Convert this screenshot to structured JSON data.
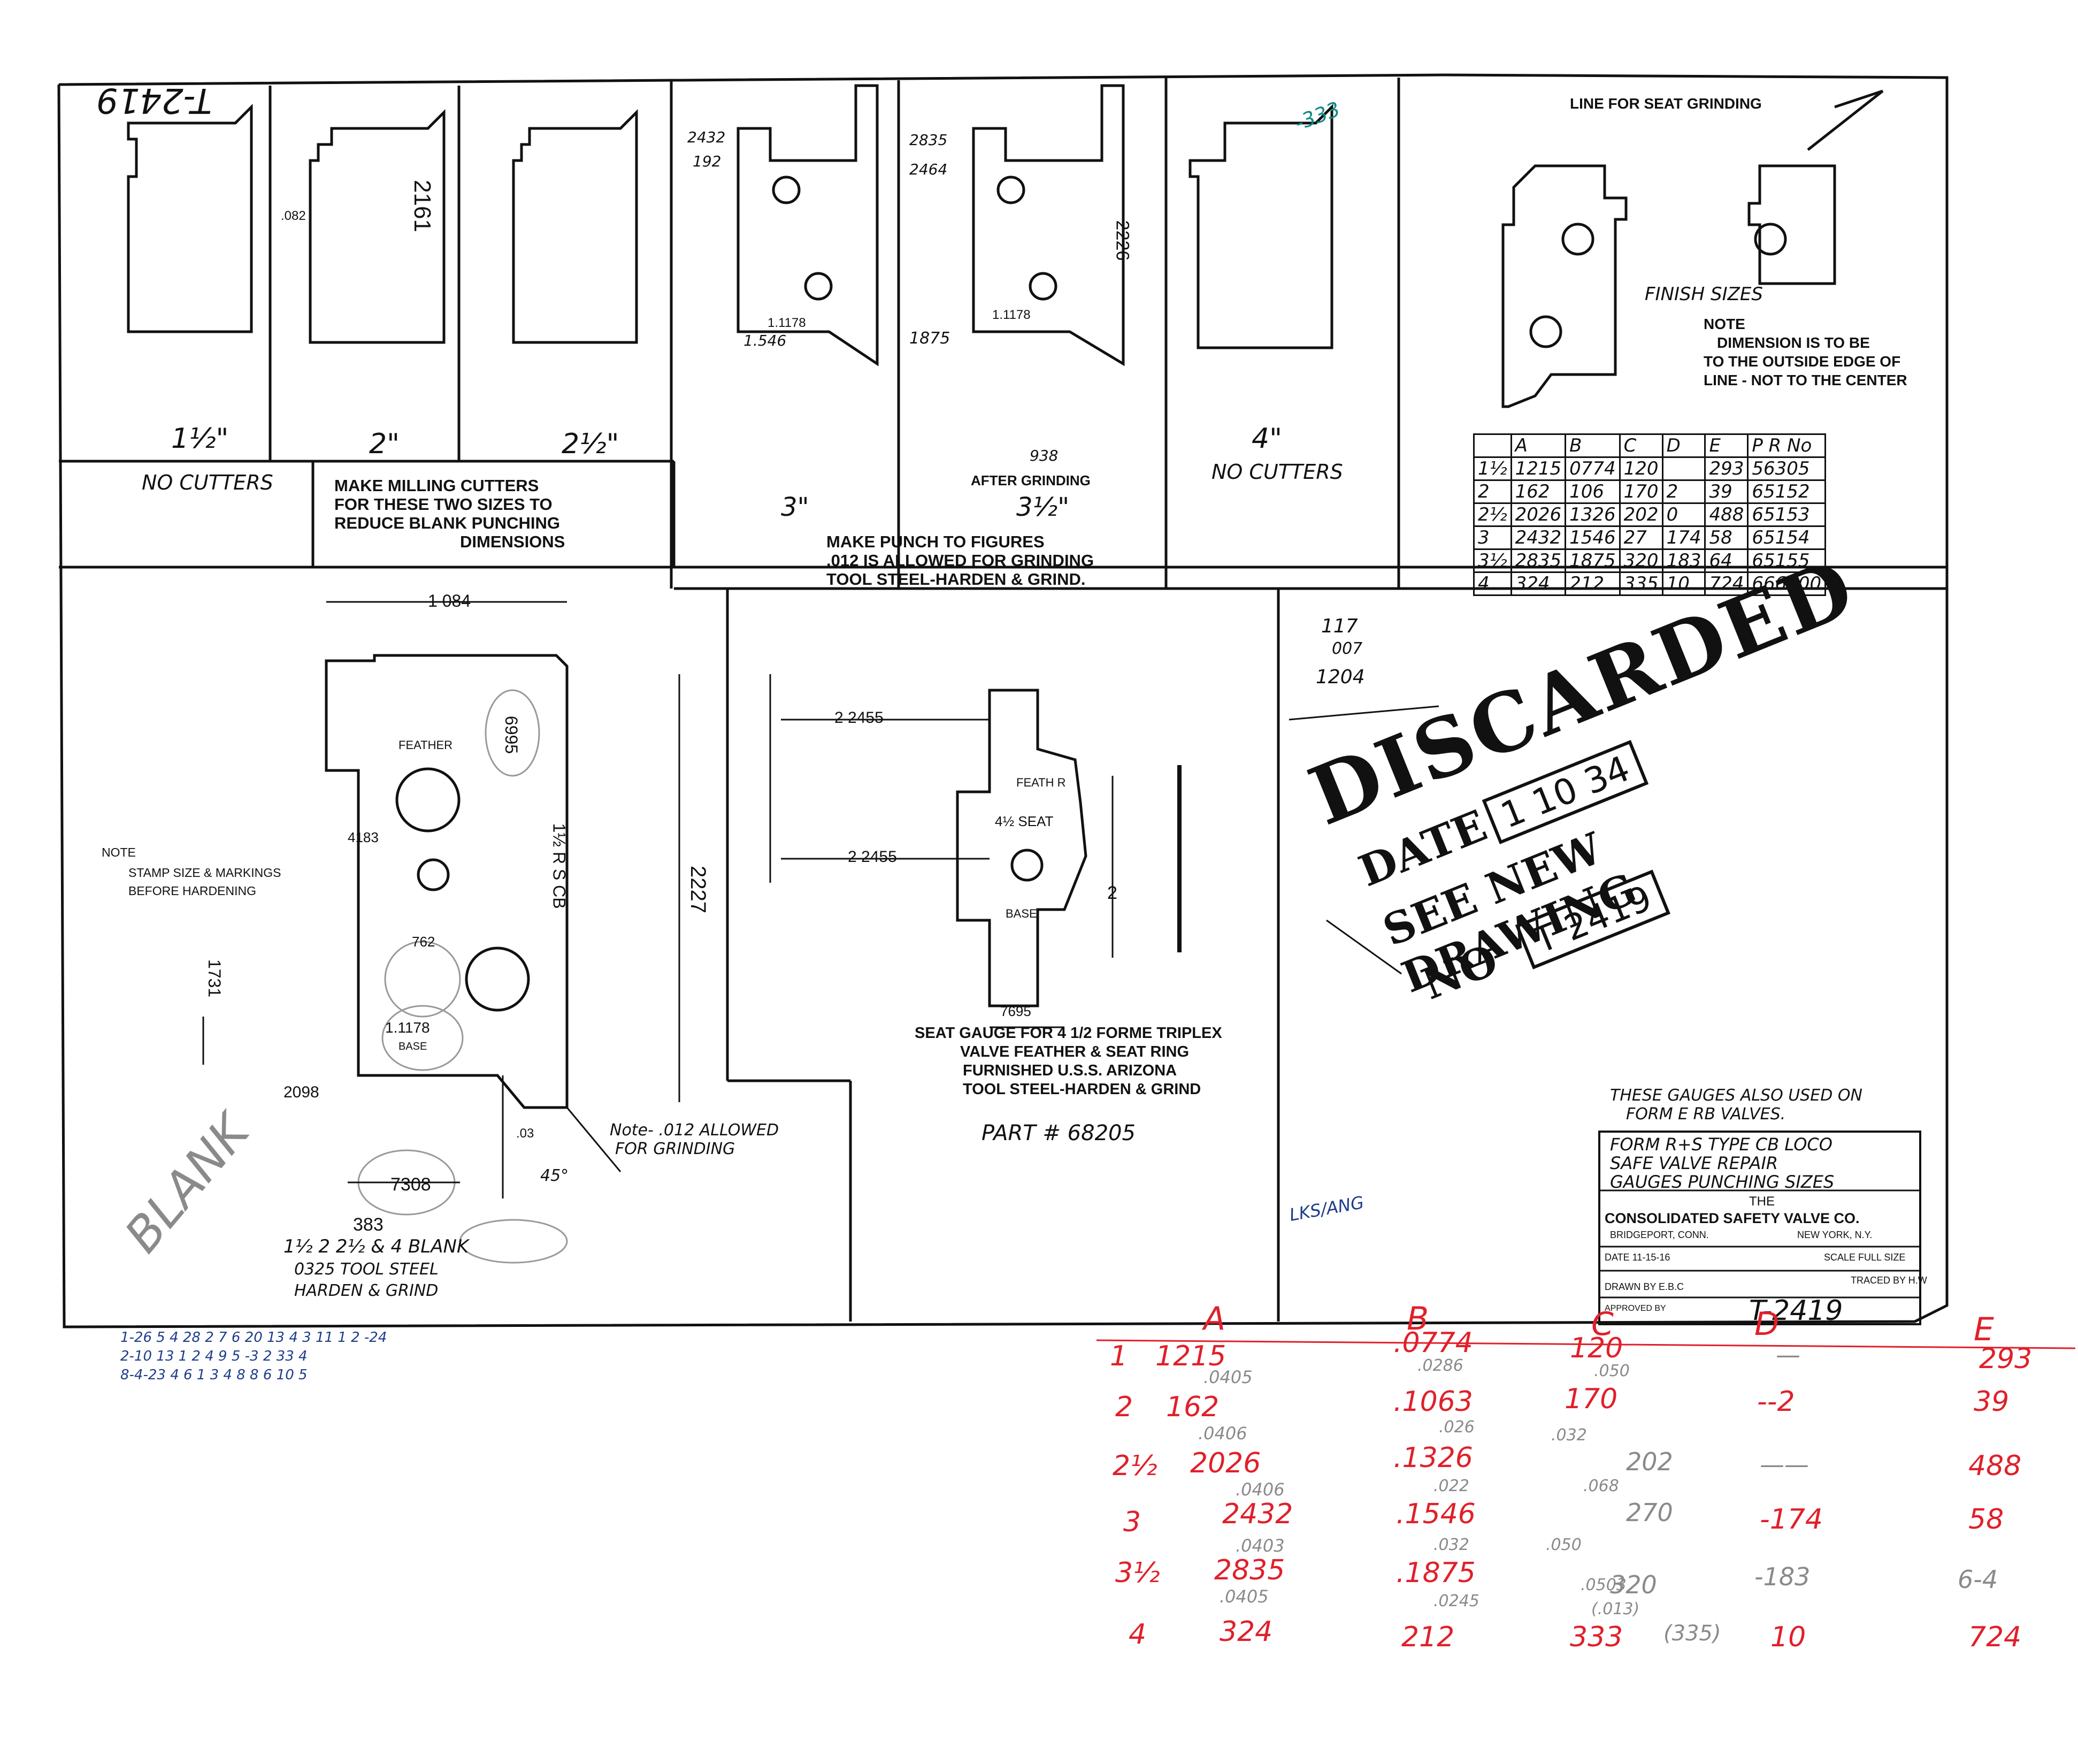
{
  "drawing": {
    "number_top": "T-2419",
    "number_bottom": "T-2419",
    "top_left_sizes": [
      "1½\"",
      "2\"",
      "2½\""
    ],
    "sizes_3": [
      "3\"",
      "3½\""
    ],
    "size_4": "4\"",
    "no_cutters_1": "NO CUTTERS",
    "no_cutters_2": "NO CUTTERS",
    "milling_note": [
      "MAKE MILLING CUTTERS",
      "FOR THESE TWO SIZES TO",
      "REDUCE BLANK PUNCHING",
      "DIMENSIONS"
    ],
    "after_grinding": "AFTER GRINDING",
    "punch_note": [
      "MAKE PUNCH TO FIGURES",
      ".012 IS ALLOWED FOR GRINDING",
      "TOOL STEEL-HARDEN & GRIND."
    ],
    "seat_grinding": "LINE FOR SEAT GRINDING",
    "finish_sizes": "FINISH SIZES",
    "edge_note": [
      "NOTE",
      "DIMENSION IS TO BE",
      "TO THE OUTSIDE EDGE OF",
      "LINE - NOT TO THE CENTER"
    ],
    "stamp_note": [
      "NOTE",
      "STAMP SIZE & MARKINGS",
      "BEFORE HARDENING"
    ],
    "blank_caption": [
      "1½ 2 2½ & 4 BLANK",
      "0325 TOOL STEEL",
      "HARDEN & GRIND"
    ],
    "grind_note": [
      "Note- .012 ALLOWED",
      "FOR GRINDING"
    ],
    "seat_gauge_note": [
      "SEAT GAUGE FOR 4 1/2 FORME TRIPLEX",
      "VALVE FEATHER & SEAT RING",
      "FURNISHED U.S.S. ARIZONA",
      "TOOL STEEL-HARDEN & GRIND"
    ],
    "part_number": "PART # 68205",
    "gauges_note": [
      "THESE GAUGES ALSO USED ON",
      "FORM E RB VALVES."
    ],
    "handwritten_blank": "BLANK",
    "handwritten_initials": "LKS/ANG"
  },
  "stamp": {
    "word": "DISCARDED",
    "date_label": "DATE",
    "date_value": "1 10 34",
    "see_new": "SEE NEW DRAWING",
    "no_label": "NO",
    "no_value": "T 2419"
  },
  "title_block": {
    "line1": "FORM R+S TYPE CB LOCO",
    "line2": "SAFE VALVE REPAIR",
    "line3": "GAUGES PUNCHING SIZES",
    "the": "THE",
    "company": "CONSOLIDATED SAFETY VALVE CO.",
    "city": "BRIDGEPORT, CONN.",
    "ny": "NEW YORK, N.Y.",
    "date": "DATE 11-15-16",
    "scale": "SCALE FULL SIZE",
    "traced": "TRACED BY H.W",
    "drawn": "DRAWN BY E.B.C",
    "approved": "APPROVED BY"
  },
  "punching_table": {
    "headers": [
      "",
      "A",
      "B",
      "C",
      "D",
      "E",
      "P R No"
    ],
    "rows": [
      [
        "1½",
        "1215",
        "0774",
        "120",
        "",
        "293",
        "56305"
      ],
      [
        "2",
        "162",
        "106",
        "170",
        "2",
        "39",
        "65152"
      ],
      [
        "2½",
        "2026",
        "1326",
        "202",
        "0",
        "488",
        "65153"
      ],
      [
        "3",
        "2432",
        "1546",
        "27",
        "174",
        "58",
        "65154"
      ],
      [
        "3½",
        "2835",
        "1875",
        "320",
        "183",
        "64",
        "65155"
      ],
      [
        "4",
        "324",
        "212",
        "335",
        "10",
        "724",
        "666600"
      ]
    ]
  },
  "red_table": {
    "headers": [
      "A",
      "B",
      "C",
      "D",
      "E"
    ],
    "rows": [
      [
        "1",
        "1215",
        ".0774",
        "120",
        "—",
        "293"
      ],
      [
        "2",
        "162",
        ".1063",
        "170",
        "--2",
        "39"
      ],
      [
        "2½",
        "2026",
        ".1326",
        "202",
        "——",
        "488"
      ],
      [
        "3",
        "2432",
        ".1546",
        "270",
        "-174",
        "58"
      ],
      [
        "3½",
        "2835",
        ".1875",
        "320",
        "-183",
        "6-4"
      ],
      [
        "4",
        "324",
        "212",
        "333",
        "10",
        "724"
      ]
    ],
    "pencil_notes": [
      ".0405",
      ".0406",
      ".0406",
      ".0403",
      ".0405",
      ".0286",
      ".026",
      ".022",
      ".032",
      ".0245",
      ".050",
      ".032",
      ".068",
      ".050",
      ".0503",
      "(.013)",
      "(335)"
    ]
  },
  "bottom_notes": [
    "1-26  5 4 28 2  7  6 20  13 4 3  11  1  2 -24",
    "2-10 13  1  2 4  9  5 -3  2  33  4",
    "8-4-23 4 6  1  3 4  8  8 6  10  5"
  ],
  "dims": {
    "d1084": "1 084",
    "d2227": "2227",
    "d6995": "6995",
    "d4183": "4183",
    "d762": "762",
    "d1178": "1.1178",
    "d1731": "1731",
    "d2098": "2098",
    "d7308": "7308",
    "d383": "383",
    "d03": ".03",
    "d45": "45°",
    "d2245a": "2 2455",
    "d2245b": "2 2455",
    "d2": "2",
    "d7695": "7695",
    "d2226": "2226",
    "d2161": "2161",
    "d1875": "1875",
    "d546": "1.546",
    "d2835": "2835",
    "d2464": "2464",
    "d2432": "2432",
    "d192": "192",
    "d938": "938",
    "feather": "FEATHER",
    "base": "BASE",
    "feathr": "FEATH R",
    "seat": "4½ SEAT",
    "base2": "BASE",
    "gauge_lbl": "1½ R S CB",
    "hand_117": "117",
    "hand_007": "007",
    "hand_1204": "1204"
  }
}
